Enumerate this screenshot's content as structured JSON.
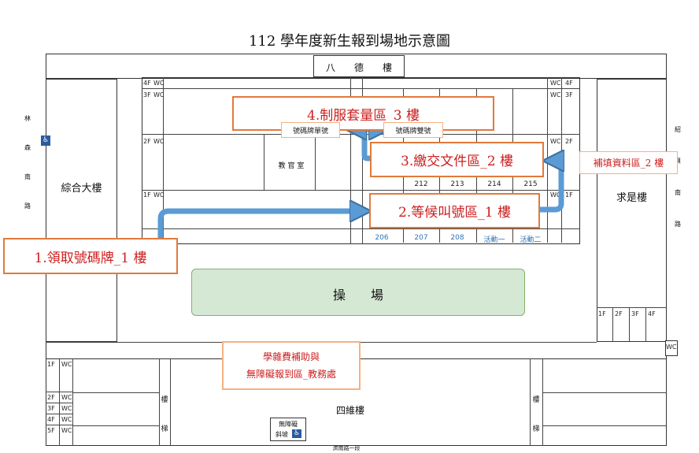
{
  "title": "112 學年度新生報到場地示意圖",
  "buildings": {
    "bade": "八　　德　　樓",
    "zonghe": "綜合大樓",
    "qiushi": "求是樓",
    "siwei": "四維樓",
    "field": "操　　場",
    "teacher_office": "教 官 室"
  },
  "roads": {
    "left": [
      "林",
      "森",
      "南",
      "路"
    ],
    "right": [
      "紹",
      "興",
      "南",
      "路"
    ],
    "bottom": "濟南路一段"
  },
  "stairs": "樓梯",
  "floors": {
    "f1": "1F",
    "f2": "2F",
    "f3": "3F",
    "f4": "4F",
    "f5": "5F",
    "wc": "WC"
  },
  "rooms": {
    "upper": [
      "212",
      "213",
      "214",
      "215"
    ],
    "lower": [
      "206",
      "207",
      "208",
      "活動一",
      "活動二"
    ]
  },
  "zones": {
    "z1": "1.領取號碼牌_1 樓",
    "z2": "2.等候叫號區_1 樓",
    "z3": "3.繳交文件區_2 樓",
    "z4": "4.制服套量區_3 樓",
    "supplement": "補填資料區_2 樓",
    "odd": "號碼牌單號",
    "even": "號碼牌雙號",
    "subsidy_line1": "學雜費補助與",
    "subsidy_line2": "無障礙報到區_教務處",
    "ramp_line1": "無障礙",
    "ramp_line2": "斜坡"
  },
  "colors": {
    "arrow": "#5b9bd5",
    "zone_border": "#e2793b",
    "zone_text": "#cc1f1f",
    "field": "#d5e8d4",
    "room_blue": "#2e75b6"
  }
}
